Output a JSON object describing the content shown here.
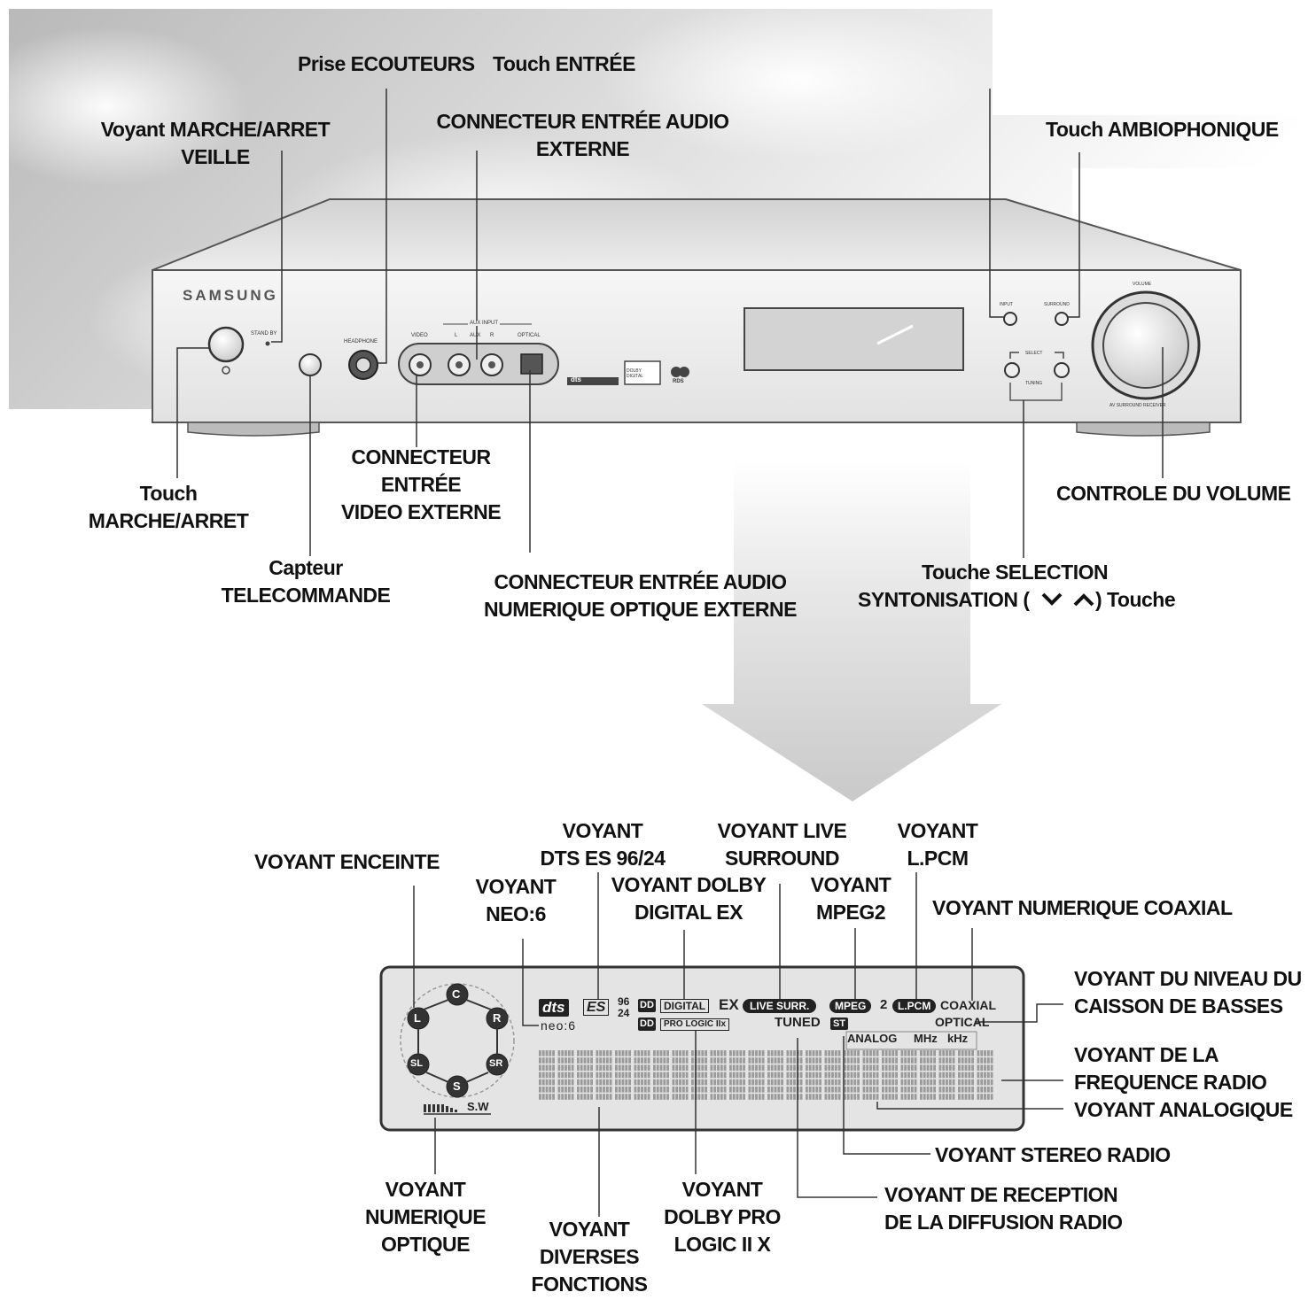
{
  "receiver": {
    "brand": "SAMSUNG",
    "front_panel": {
      "standby": "STAND BY",
      "headphone": "HEADPHONE",
      "aux_input": "AUX INPUT",
      "video": "VIDEO",
      "left": "L",
      "aux": "AUX",
      "right": "R",
      "optical": "OPTICAL",
      "input": "INPUT",
      "surround": "SURROUND",
      "select": "SELECT",
      "tuning": "TUNING",
      "volume": "VOLUME",
      "model": "AV SURROUND RECEIVER",
      "logo_dts": "dts",
      "logo_dolby": "DOLBY DIGITAL",
      "logo_rds": "RDS"
    }
  },
  "callouts": {
    "headphone_jack": "Prise ECOUTEURS",
    "input_key": "Touch ENTRÉE",
    "standby_led": [
      "Voyant MARCHE/ARRET",
      "VEILLE"
    ],
    "aux_audio": [
      "CONNECTEUR ENTRÉE AUDIO",
      "EXTERNE"
    ],
    "surround_key": "Touch AMBIOPHONIQUE",
    "power_key": [
      "Touch",
      "MARCHE/ARRET"
    ],
    "video_in": [
      "CONNECTEUR",
      "ENTRÉE",
      "VIDEO EXTERNE"
    ],
    "volume_control": "CONTROLE DU VOLUME",
    "remote_sensor": [
      "Capteur",
      "TELECOMMANDE"
    ],
    "optical_in": [
      "CONNECTEUR ENTRÉE AUDIO",
      "NUMERIQUE OPTIQUE EXTERNE"
    ],
    "tuning_keys": [
      "Touche SELECTION",
      "SYNTONISATION (",
      ") Touche"
    ]
  },
  "display_callouts": {
    "speaker": "VOYANT ENCEINTE",
    "dts": [
      "VOYANT",
      "DTS ES 96/24"
    ],
    "neo6": [
      "VOYANT",
      "NEO:6"
    ],
    "dolby_ex": [
      "VOYANT DOLBY",
      "DIGITAL EX"
    ],
    "live_surround": [
      "VOYANT LIVE",
      "SURROUND"
    ],
    "mpeg2": [
      "VOYANT",
      "MPEG2"
    ],
    "lpcm": [
      "VOYANT",
      "L.PCM"
    ],
    "coaxial": "VOYANT NUMERIQUE COAXIAL",
    "subwoofer_level": [
      "VOYANT DU NIVEAU DU",
      "CAISSON DE BASSES"
    ],
    "radio_freq": [
      "VOYANT DE LA",
      "FREQUENCE RADIO"
    ],
    "analog": "VOYANT ANALOGIQUE",
    "stereo": "VOYANT STEREO RADIO",
    "reception": [
      "VOYANT DE RECEPTION",
      "DE LA DIFFUSION RADIO"
    ],
    "optical": [
      "VOYANT",
      "NUMERIQUE",
      "OPTIQUE"
    ],
    "functions": [
      "VOYANT",
      "DIVERSES",
      "FONCTIONS"
    ],
    "pro_logic": [
      "VOYANT",
      "DOLBY PRO",
      "LOGIC II X"
    ]
  },
  "lcd": {
    "speakers": [
      "C",
      "L",
      "R",
      "SL",
      "SR",
      "S"
    ],
    "sw": "S.W",
    "dts": "dts",
    "es": "ES",
    "k96": "96",
    "k24": "24",
    "neo": "neo:6",
    "digital": "DIGITAL",
    "ex": "EX",
    "pro_logic": "PRO LOGIC IIx",
    "live_surr": "LIVE SURR.",
    "tuned": "TUNED",
    "mpeg": "MPEG",
    "two": "2",
    "lpcm": "L.PCM",
    "st": "ST",
    "coaxial": "COAXIAL",
    "optical": "OPTICAL",
    "analog": "ANALOG",
    "mhz": "MHz",
    "khz": "kHz"
  }
}
